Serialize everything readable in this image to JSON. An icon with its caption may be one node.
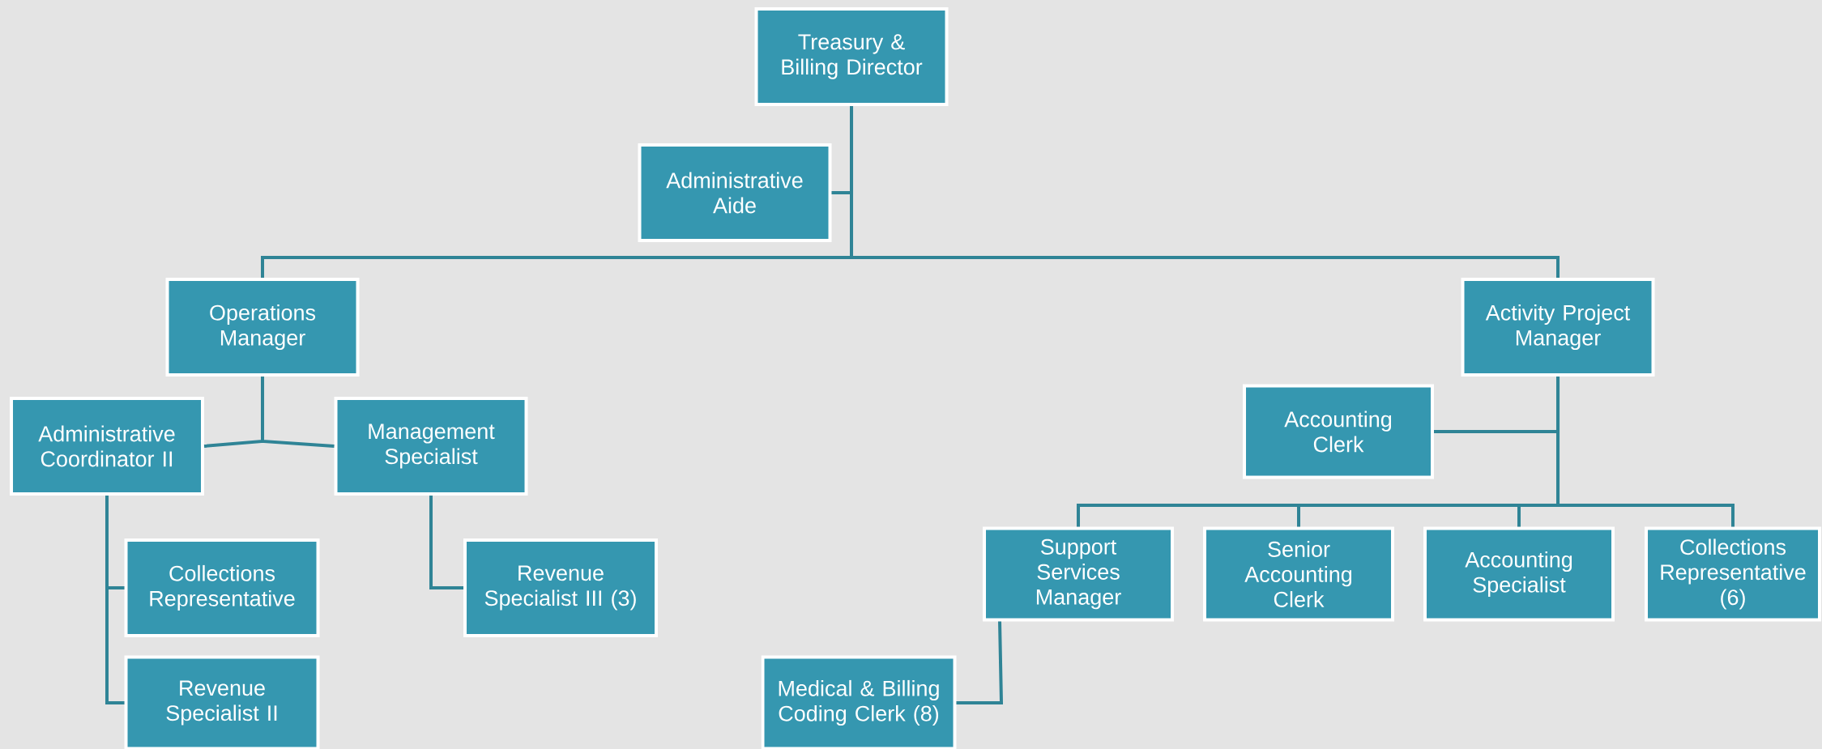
{
  "diagram": {
    "nodes": [
      {
        "text": [
          "Treasury & Billing Director"
        ]
      },
      {
        "text": [
          "Administrative Aide"
        ]
      },
      {
        "text": [
          "Operations Manager"
        ]
      },
      {
        "text": [
          "Activity Project Manager"
        ]
      },
      {
        "text": [
          "Administrative Coordinator II"
        ]
      },
      {
        "text": [
          "Management Specialist"
        ]
      },
      {
        "text": [
          "Collections Representative"
        ]
      },
      {
        "text": [
          "Revenue Specialist II"
        ]
      },
      {
        "text": [
          "Revenue Specialist III (3)"
        ]
      },
      {
        "text": [
          "Accounting Clerk"
        ]
      },
      {
        "text": [
          "Support Services Manager"
        ]
      },
      {
        "text": [
          "Senior Accounting Clerk"
        ]
      },
      {
        "text": [
          "Accounting Specialist"
        ]
      },
      {
        "text": [
          "Collections Representative (6)"
        ]
      },
      {
        "text": [
          "Medical & Billing Coding Clerk (8)"
        ]
      }
    ],
    "edges": [
      {
        "from": 0,
        "to": 1,
        "arrow": "none"
      },
      {
        "from": 0,
        "to": 2,
        "arrow": "none"
      },
      {
        "from": 0,
        "to": 3,
        "arrow": "none"
      },
      {
        "from": 2,
        "to": 4,
        "arrow": "none"
      },
      {
        "from": 2,
        "to": 5,
        "arrow": "none"
      },
      {
        "from": 4,
        "to": 6,
        "arrow": "none"
      },
      {
        "from": 4,
        "to": 7,
        "arrow": "none"
      },
      {
        "from": 5,
        "to": 8,
        "arrow": "none"
      },
      {
        "from": 3,
        "to": 9,
        "arrow": "none"
      },
      {
        "from": 3,
        "to": 10,
        "arrow": "none"
      },
      {
        "from": 3,
        "to": 11,
        "arrow": "none"
      },
      {
        "from": 3,
        "to": 12,
        "arrow": "none"
      },
      {
        "from": 3,
        "to": 13,
        "arrow": "none"
      },
      {
        "from": 10,
        "to": 14,
        "arrow": "none"
      }
    ]
  }
}
